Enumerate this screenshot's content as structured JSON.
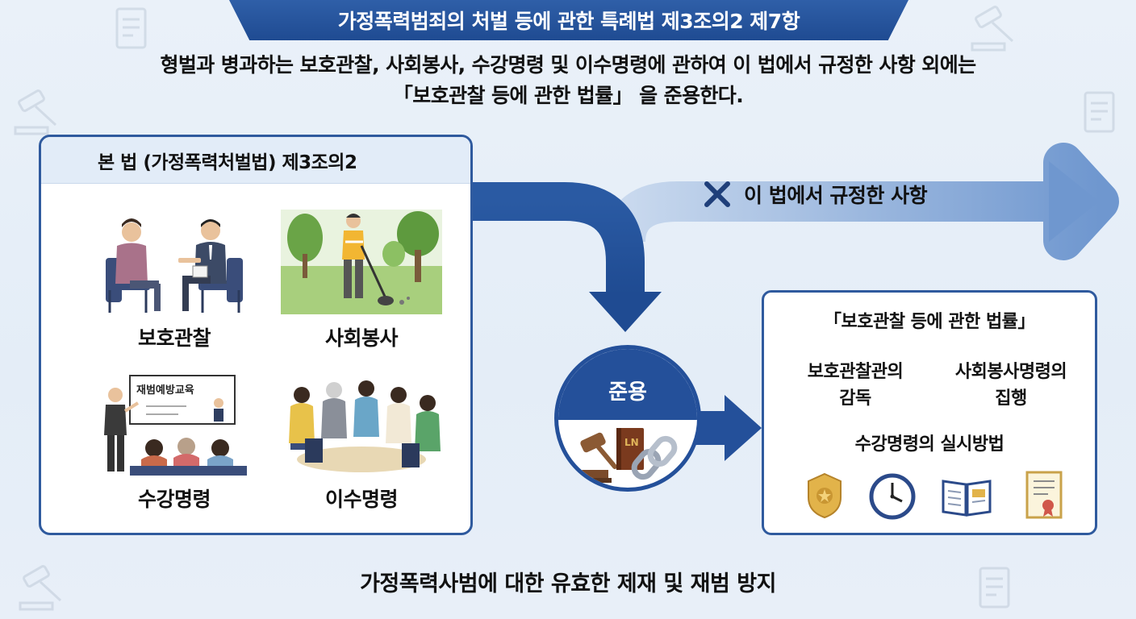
{
  "title": "가정폭력범죄의 처벌 등에 관한 특례법 제3조의2 제7항",
  "intro": {
    "line1": "형벌과 병과하는 보호관찰, 사회봉사, 수강명령 및 이수명령에 관하여 이 법에서 규정한 사항 외에는",
    "line2": "「보호관찰 등에 관한 법률」 을 준용한다."
  },
  "left_panel": {
    "heading": "본 법 (가정폭력처벌법) 제3조의2",
    "items": [
      {
        "label": "보호관찰",
        "icon": "counseling-illustration"
      },
      {
        "label": "사회봉사",
        "icon": "park-cleanup-illustration"
      },
      {
        "label": "수강명령",
        "icon": "classroom-illustration",
        "board_text": "재범예방교육"
      },
      {
        "label": "이수명령",
        "icon": "group-therapy-illustration"
      }
    ]
  },
  "excluded_label": "이 법에서 규정한 사항",
  "center": {
    "label": "준용",
    "book_text": "LN"
  },
  "right_panel": {
    "title": "「보호관찰 등에 관한 법률」",
    "item1_line1": "보호관찰관의",
    "item1_line2": "감독",
    "item2_line1": "사회봉사명령의",
    "item2_line2": "집행",
    "item3": "수강명령의 실시방법",
    "icons": [
      "badge-icon",
      "clock-icon",
      "open-book-icon",
      "certificate-icon"
    ]
  },
  "footer": "가정폭력사범에 대한 유효한 제재 및 재범 방지",
  "colors": {
    "primary": "#24509a",
    "light_arrow": "#8fb0dc",
    "panel_head": "#e2ecf8"
  }
}
